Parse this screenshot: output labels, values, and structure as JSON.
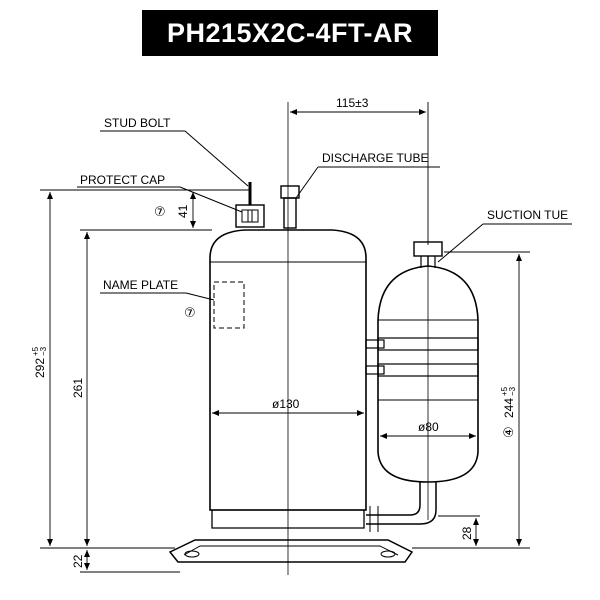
{
  "title": "PH215X2C-4FT-AR",
  "labels": {
    "stud_bolt": "STUD BOLT",
    "protect_cap": "PROTECT CAP",
    "discharge_tube": "DISCHARGE TUBE",
    "suction_tube": "SUCTION TUE",
    "name_plate": "NAME PLATE"
  },
  "dimensions": {
    "top_offset": "115±3",
    "cap_height": "41",
    "shell_diameter": "ø130",
    "accumulator_diameter": "ø80",
    "body_height": "261",
    "overall_height": "292",
    "overall_height_tol_upper": "+5",
    "overall_height_tol_lower": "−3",
    "suction_height": "244",
    "suction_height_tol_upper": "+5",
    "suction_height_tol_lower": "−3",
    "suction_low_height": "28",
    "base_height": "22"
  },
  "markers": {
    "cap_marker": "⑦",
    "plate_marker": "⑦",
    "suction_marker": "④"
  }
}
